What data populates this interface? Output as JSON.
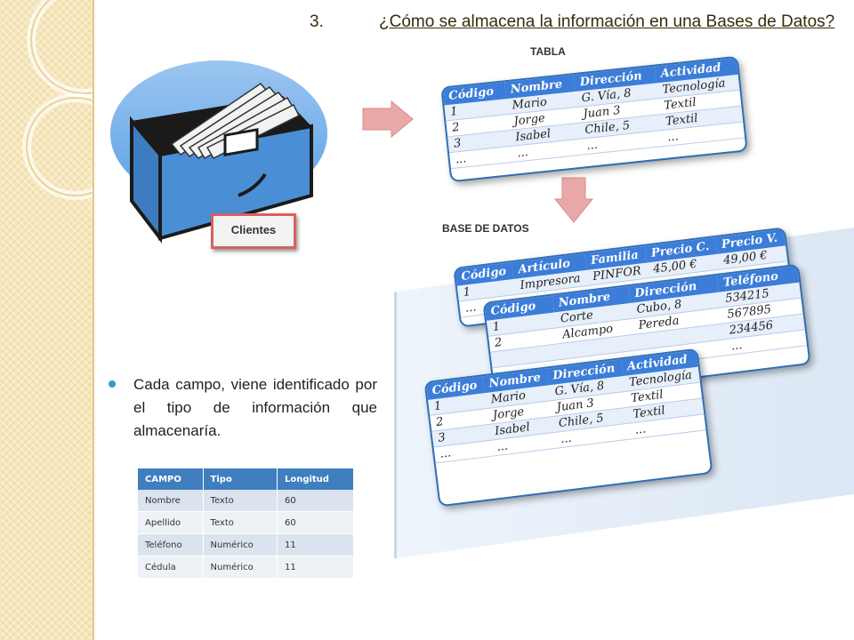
{
  "slide": {
    "number": "3.",
    "title": "¿Cómo se almacena la información en una Bases de Datos?",
    "bullet": "Cada campo, viene identificado por el tipo de información que almacenaría."
  },
  "cabinet": {
    "label": "Clientes"
  },
  "tabla": {
    "heading": "TABLA",
    "columns": [
      "Código",
      "Nombre",
      "Dirección",
      "Actividad"
    ],
    "rows": [
      [
        "1",
        "Mario",
        "G. Vía, 8",
        "Tecnología"
      ],
      [
        "2",
        "Jorge",
        "Juan 3",
        "Textil"
      ],
      [
        "3",
        "Isabel",
        "Chile, 5",
        "Textil"
      ],
      [
        "...",
        "...",
        "...",
        "..."
      ]
    ]
  },
  "base_datos": {
    "heading": "BASE DE DATOS",
    "articulos": {
      "columns": [
        "Código",
        "Artículo",
        "Familia",
        "Precio C.",
        "Precio V."
      ],
      "rows": [
        [
          "1",
          "Impresora",
          "PINFOR",
          "45,00 €",
          "49,00 €"
        ],
        [
          "...",
          "",
          "",
          "",
          ""
        ]
      ]
    },
    "proveedores": {
      "columns": [
        "Código",
        "Nombre",
        "Dirección",
        "Teléfono"
      ],
      "rows": [
        [
          "1",
          "Corte",
          "Cubo, 8",
          "534215"
        ],
        [
          "2",
          "Alcampo",
          "Pereda",
          "567895"
        ],
        [
          "",
          "",
          "",
          "234456"
        ],
        [
          "",
          "",
          "",
          "..."
        ]
      ]
    },
    "clientes": {
      "columns": [
        "Código",
        "Nombre",
        "Dirección",
        "Actividad"
      ],
      "rows": [
        [
          "1",
          "Mario",
          "G. Vía, 8",
          "Tecnología"
        ],
        [
          "2",
          "Jorge",
          "Juan 3",
          "Textil"
        ],
        [
          "3",
          "Isabel",
          "Chile, 5",
          "Textil"
        ],
        [
          "...",
          "...",
          "...",
          "..."
        ]
      ]
    }
  },
  "fields_table": {
    "columns": [
      "CAMPO",
      "Tipo",
      "Longitud"
    ],
    "rows": [
      [
        "Nombre",
        "Texto",
        "60"
      ],
      [
        "Apellido",
        "Texto",
        "60"
      ],
      [
        "Teléfono",
        "Numérico",
        "11"
      ],
      [
        "Cédula",
        "Numérico",
        "11"
      ]
    ]
  },
  "colors": {
    "accent": "#3b7dd8",
    "cabinet": "#5a9be0",
    "arrow": "#e8a0a0",
    "sidebar": "#f6e6bb"
  }
}
